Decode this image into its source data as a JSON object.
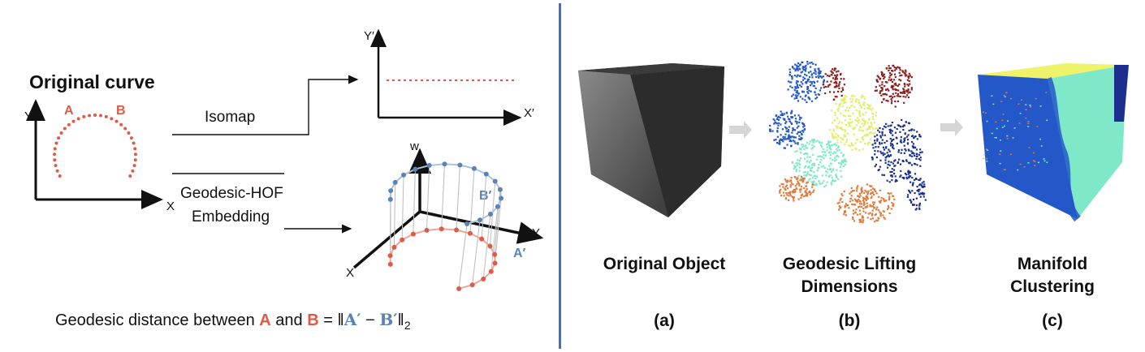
{
  "left": {
    "title": "Original curve",
    "axis_y": "Y",
    "axis_x": "X",
    "point_a": "A",
    "point_b": "B",
    "isomap_label": "Isomap",
    "hof_label_1": "Geodesic-HOF",
    "hof_label_2": "Embedding",
    "top_axis_y": "Y′",
    "top_axis_x": "X′",
    "axis3d_w": "w",
    "axis3d_y": "Y",
    "axis3d_x": "X",
    "point_a_prime": "A′",
    "point_b_prime": "B′",
    "formula_prefix": "Geodesic distance between",
    "formula_a": "A",
    "formula_and": "and",
    "formula_b": "B",
    "formula_eq": "= ‖",
    "formula_ap": "A′",
    "formula_minus": "−",
    "formula_bp": "B′",
    "formula_norm": "‖",
    "formula_sub": "2"
  },
  "right": {
    "panels": [
      {
        "caption": "Original Object",
        "tag": "(a)"
      },
      {
        "caption_1": "Geodesic Lifting",
        "caption_2": "Dimensions",
        "tag": "(b)"
      },
      {
        "caption_1": "Manifold",
        "caption_2": "Clustering",
        "tag": "(c)"
      }
    ]
  },
  "colors": {
    "curve_red": "#e05a47",
    "curve_blue": "#5a84b6",
    "divider": "#4f6fa4",
    "cube_top": "#eef36a",
    "cube_left": "#2458c9",
    "cube_right": "#7fe8c8"
  }
}
